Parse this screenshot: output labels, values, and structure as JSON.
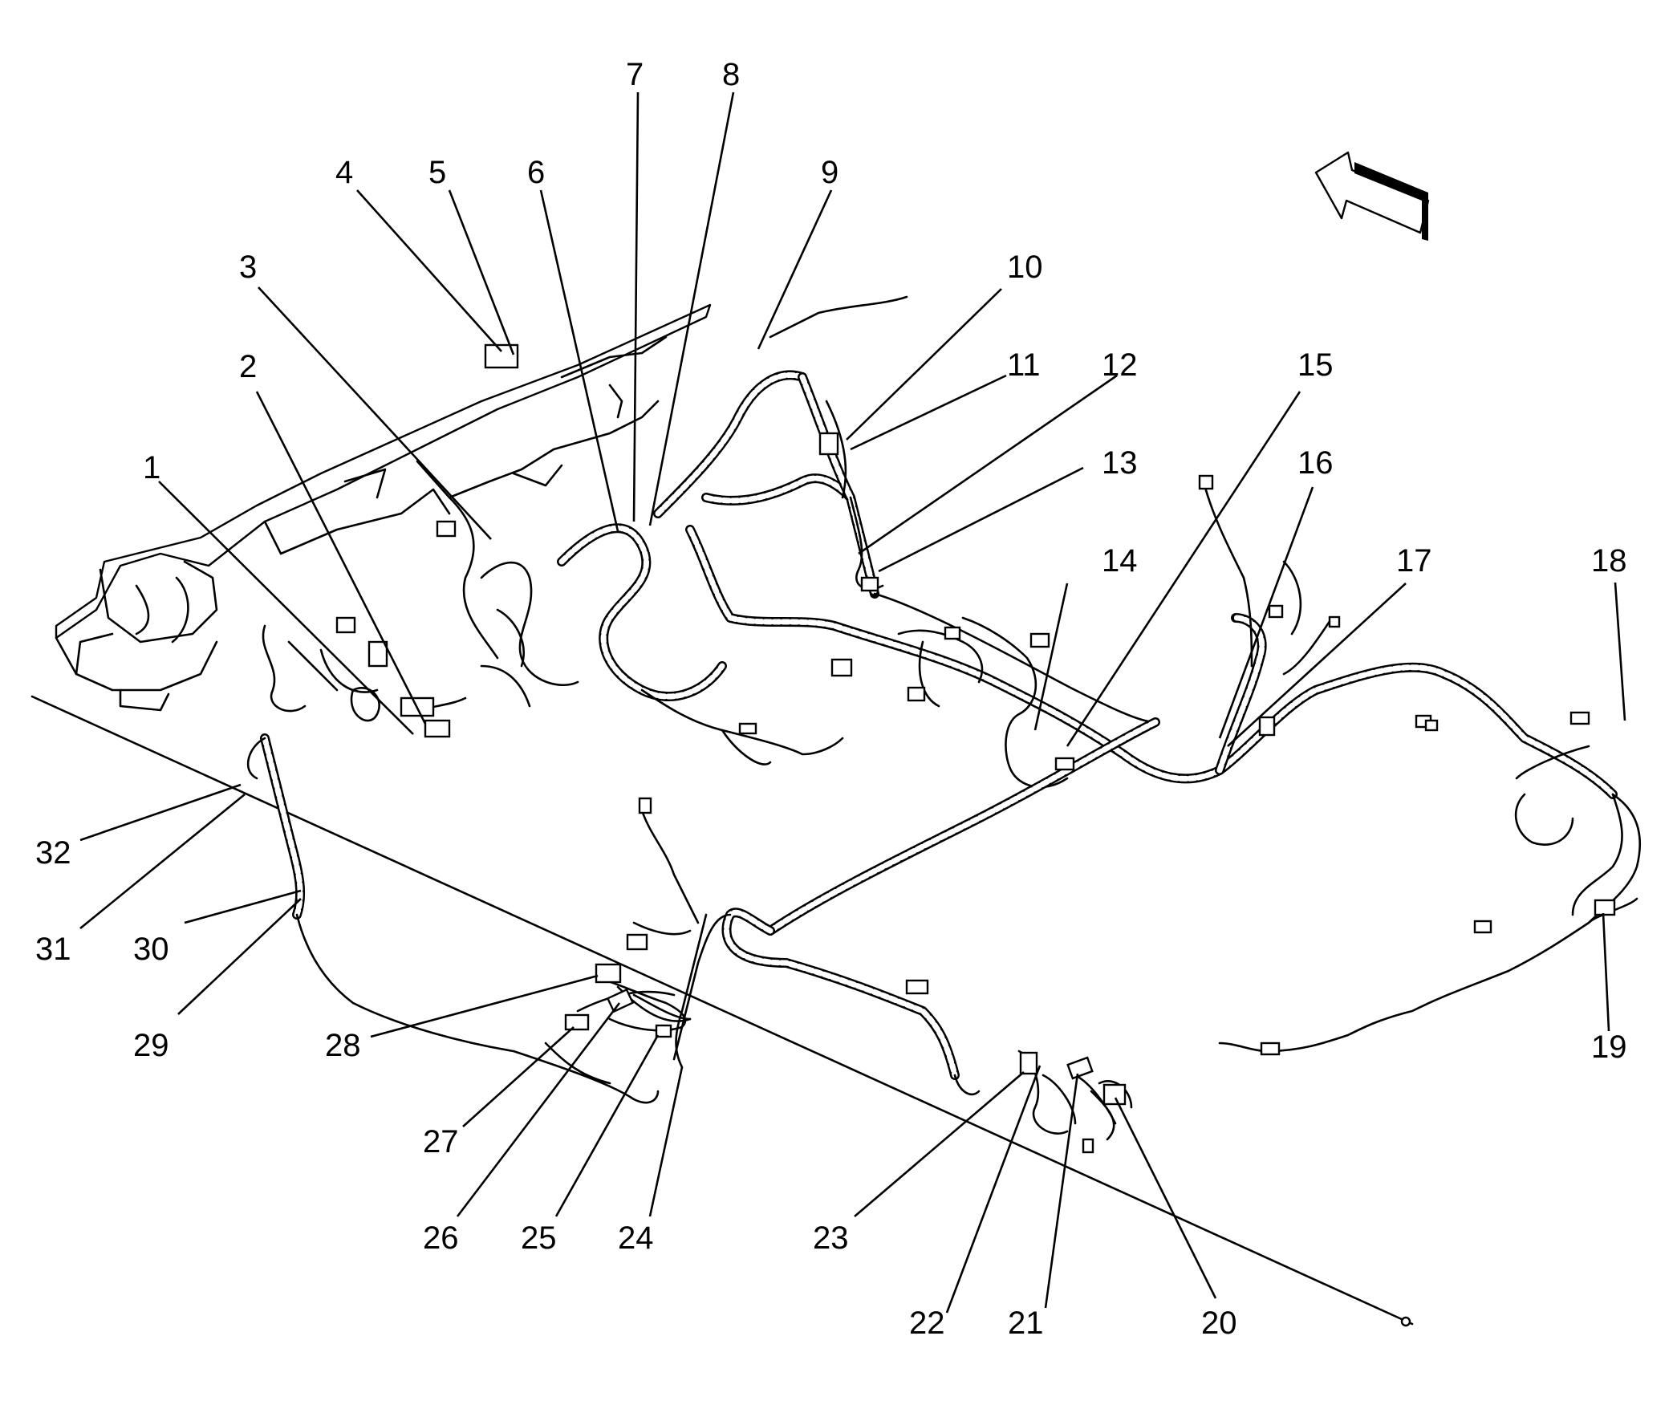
{
  "figure": {
    "callouts": [
      {
        "id": 1,
        "label": "1"
      },
      {
        "id": 2,
        "label": "2"
      },
      {
        "id": 3,
        "label": "3"
      },
      {
        "id": 4,
        "label": "4"
      },
      {
        "id": 5,
        "label": "5"
      },
      {
        "id": 6,
        "label": "6"
      },
      {
        "id": 7,
        "label": "7"
      },
      {
        "id": 8,
        "label": "8"
      },
      {
        "id": 9,
        "label": "9"
      },
      {
        "id": 10,
        "label": "10"
      },
      {
        "id": 11,
        "label": "11"
      },
      {
        "id": 12,
        "label": "12"
      },
      {
        "id": 13,
        "label": "13"
      },
      {
        "id": 14,
        "label": "14"
      },
      {
        "id": 15,
        "label": "15"
      },
      {
        "id": 16,
        "label": "16"
      },
      {
        "id": 17,
        "label": "17"
      },
      {
        "id": 18,
        "label": "18"
      },
      {
        "id": 19,
        "label": "19"
      },
      {
        "id": 20,
        "label": "20"
      },
      {
        "id": 21,
        "label": "21"
      },
      {
        "id": 22,
        "label": "22"
      },
      {
        "id": 23,
        "label": "23"
      },
      {
        "id": 24,
        "label": "24"
      },
      {
        "id": 25,
        "label": "25"
      },
      {
        "id": 26,
        "label": "26"
      },
      {
        "id": 27,
        "label": "27"
      },
      {
        "id": 28,
        "label": "28"
      },
      {
        "id": 29,
        "label": "29"
      },
      {
        "id": 30,
        "label": "30"
      },
      {
        "id": 31,
        "label": "31"
      },
      {
        "id": 32,
        "label": "32"
      }
    ],
    "icons": {
      "direction_arrow": "front-direction-arrow-icon"
    }
  }
}
